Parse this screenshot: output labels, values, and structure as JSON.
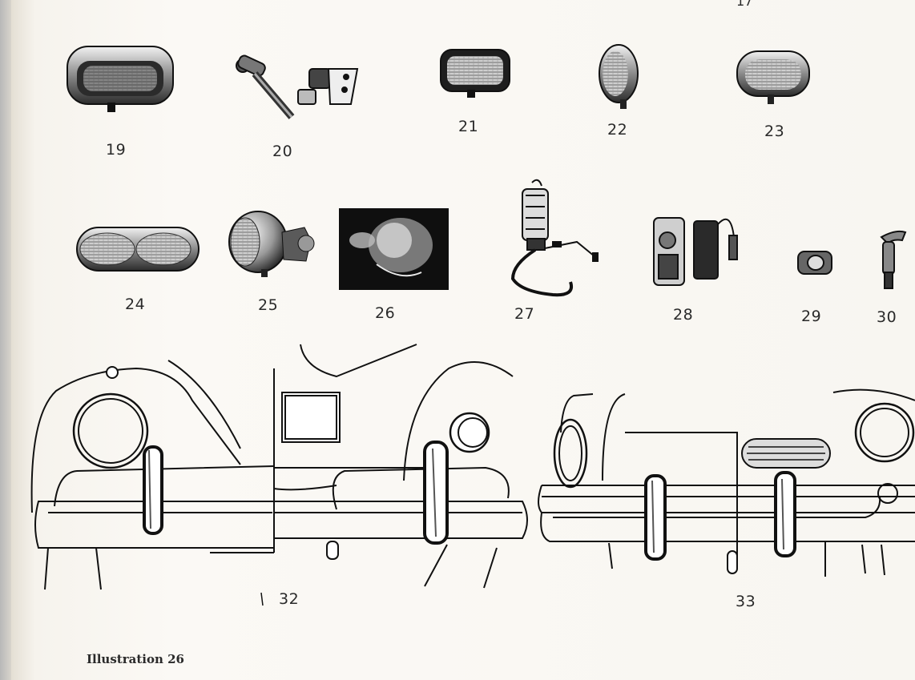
{
  "figure_numbers": {
    "n19": "19",
    "n20": "20",
    "n21": "21",
    "n22": "22",
    "n23": "23",
    "n24": "24",
    "n25": "25",
    "n26": "26",
    "n27": "27",
    "n28": "28",
    "n29": "29",
    "n30": "30",
    "n32": "32",
    "n33": "33"
  },
  "caption": "Illustration 26",
  "items": [
    {
      "id": "19",
      "icon": "fog-lamp-rectangular-icon"
    },
    {
      "id": "20",
      "icon": "mounting-bracket-switch-icon"
    },
    {
      "id": "21",
      "icon": "fog-lamp-rectangular-icon"
    },
    {
      "id": "22",
      "icon": "spot-lamp-round-icon"
    },
    {
      "id": "23",
      "icon": "fog-lamp-oval-icon"
    },
    {
      "id": "24",
      "icon": "double-fog-lamp-icon"
    },
    {
      "id": "25",
      "icon": "spot-lamp-bullet-icon"
    },
    {
      "id": "26",
      "icon": "lamp-photo-icon"
    },
    {
      "id": "27",
      "icon": "inspection-lamp-cable-icon"
    },
    {
      "id": "28",
      "icon": "portable-lamp-cable-icon"
    },
    {
      "id": "29",
      "icon": "clamp-icon"
    },
    {
      "id": "30",
      "icon": "hook-bracket-icon"
    },
    {
      "id": "32",
      "icon": "front-bumper-drawing-icon"
    },
    {
      "id": "33",
      "icon": "front-bumper-drawing-icon"
    }
  ]
}
